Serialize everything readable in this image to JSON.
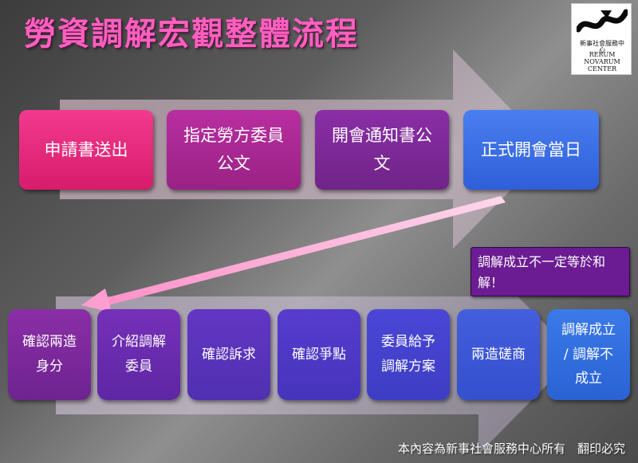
{
  "title": "勞資調解宏觀整體流程",
  "logo": {
    "chinese": "新事社會服務中心",
    "english_lines": [
      "RERUM",
      "NOVARUM",
      "CENTER"
    ]
  },
  "row1_steps": [
    {
      "lines": [
        "申請書送出"
      ],
      "color": "#e8267a"
    },
    {
      "lines": [
        "指定勞方委員",
        "公文"
      ],
      "color": "#a9258e"
    },
    {
      "lines": [
        "開會通知書公",
        "文"
      ],
      "color": "#7d2896"
    },
    {
      "lines": [
        "正式開會當日"
      ],
      "color": "#3b6ee0"
    }
  ],
  "note": "調解成立不一定等於和解！",
  "row2_steps": [
    {
      "lines": [
        "確認兩造",
        "身分"
      ],
      "color": "#7a2596"
    },
    {
      "lines": [
        "介紹調解",
        "委員"
      ],
      "color": "#6a2ab0"
    },
    {
      "lines": [
        "確認訴求"
      ],
      "color": "#5b30bd"
    },
    {
      "lines": [
        "確認爭點"
      ],
      "color": "#4e37c8"
    },
    {
      "lines": [
        "委員給予",
        "調解方案"
      ],
      "color": "#4540cf"
    },
    {
      "lines": [
        "兩造磋商"
      ],
      "color": "#3e55d8"
    },
    {
      "lines": [
        "調解成立",
        "/ 調解不",
        "成立"
      ],
      "color": "#2f6fe0"
    }
  ],
  "footer": "本內容為新事社會服務中心所有　翻印必究",
  "colors": {
    "title": "#ff5fbf",
    "arrow_body": "#f0d0e2",
    "connector": "#ff9fd0"
  }
}
